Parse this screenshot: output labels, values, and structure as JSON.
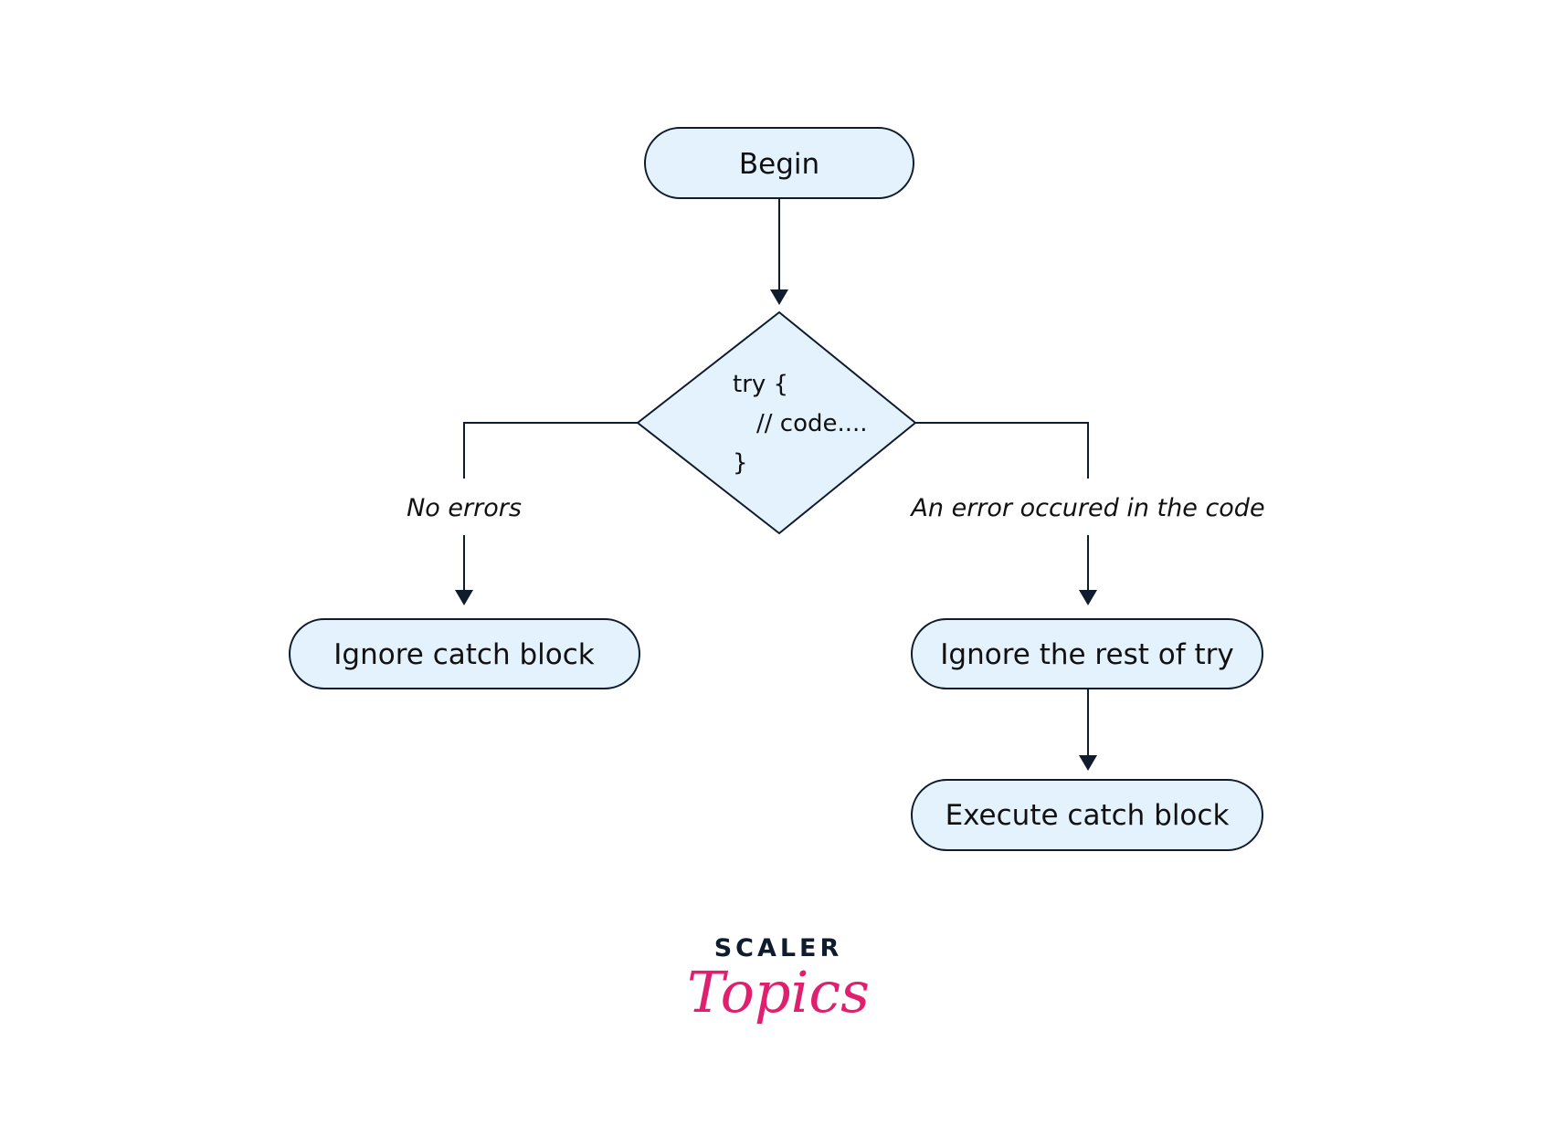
{
  "diagram": {
    "title": "try-catch flowchart",
    "nodes": {
      "begin": {
        "label": "Begin",
        "shape": "terminator"
      },
      "try_decision": {
        "shape": "decision",
        "code_lines": [
          "try {",
          "// code....",
          "}"
        ]
      },
      "ignore_catch": {
        "label": "Ignore catch block",
        "shape": "terminator"
      },
      "ignore_rest": {
        "label": "Ignore the rest of try",
        "shape": "terminator"
      },
      "execute_catch": {
        "label": "Execute catch block",
        "shape": "terminator"
      }
    },
    "edges": [
      {
        "from": "begin",
        "to": "try_decision",
        "label": ""
      },
      {
        "from": "try_decision",
        "to": "ignore_catch",
        "label": "No errors"
      },
      {
        "from": "try_decision",
        "to": "ignore_rest",
        "label": "An error occured in the code"
      },
      {
        "from": "ignore_rest",
        "to": "execute_catch",
        "label": ""
      }
    ],
    "edge_labels": {
      "no_errors": "No errors",
      "error_occurred": "An error occured in the code"
    }
  },
  "logo": {
    "line1": "SCALER",
    "line2": "Topics",
    "colors": {
      "scaler": "#0F1C2E",
      "topics": "#E0206F"
    }
  },
  "colors": {
    "node_fill": "#E4F2FD",
    "stroke": "#0F1C2E",
    "background": "#FFFFFF"
  }
}
